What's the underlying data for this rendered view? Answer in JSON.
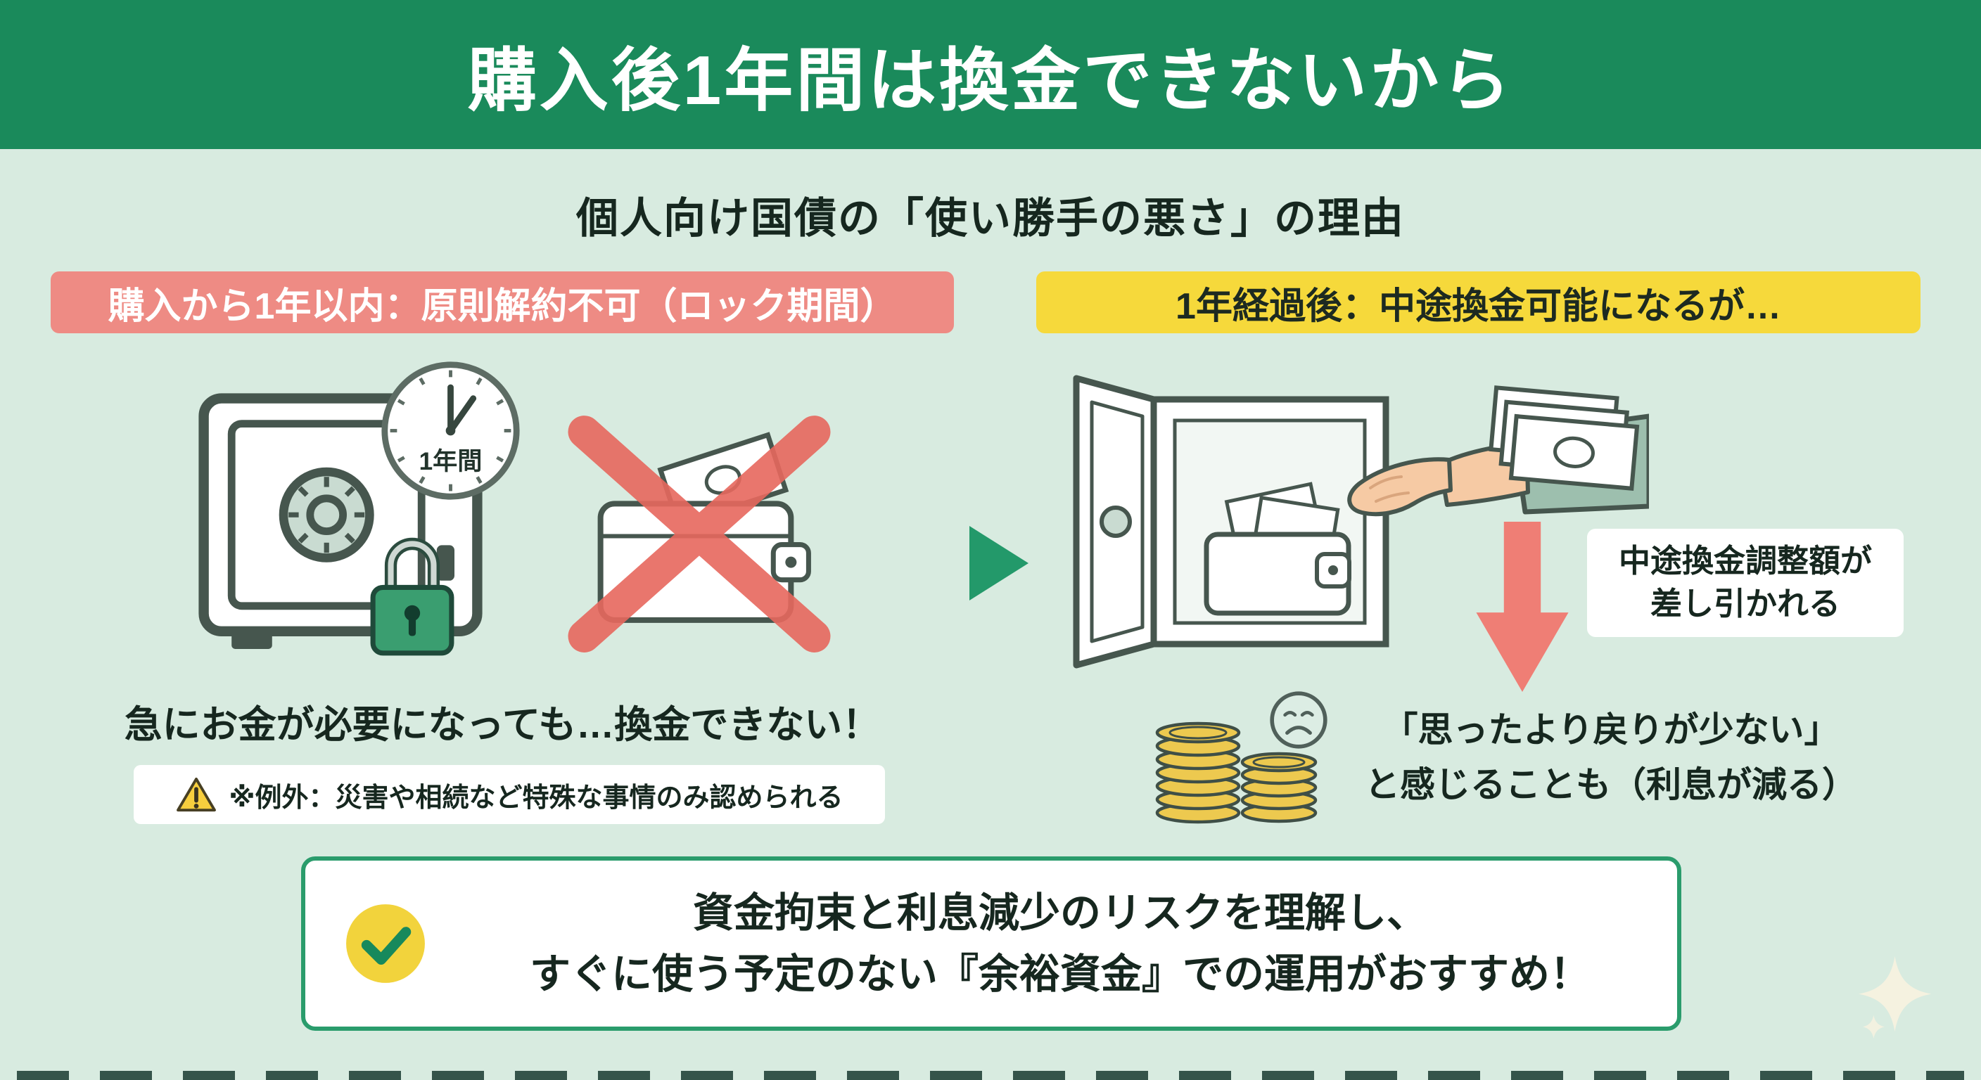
{
  "colors": {
    "header_green": "#1a8a5b",
    "background_mint": "#d8ebe0",
    "lock_badge_pink": "#ee8b84",
    "after_badge_yellow": "#f6d93b",
    "cross_red": "#e7685e",
    "down_arrow_red": "#ef7e75",
    "arrow_green": "#23996a",
    "outline_dark": "#46564e",
    "coin_gold": "#edc94f",
    "check_circle_yellow": "#f2d33c",
    "check_mark_green": "#17895c",
    "summary_border_green": "#2a9c6c",
    "text_dark": "#182a22"
  },
  "header": {
    "title": "購入後1年間は換金できないから"
  },
  "subtitle": "個人向け国債の「使い勝手の悪さ」の理由",
  "left_panel": {
    "badge": "購入から1年以内：原則解約不可（ロック期間）",
    "clock_label": "1年間",
    "caption": "急にお金が必要になっても…換金できない！",
    "exception_note": "※例外：災害や相続など特殊な事情のみ認められる"
  },
  "right_panel": {
    "badge": "1年経過後：中途換金可能になるが…",
    "deduction_line1": "中途換金調整額が",
    "deduction_line2": "差し引かれる",
    "caption_line1": "「思ったより戻りが少ない」",
    "caption_line2": "と感じることも（利息が減る）"
  },
  "summary": {
    "line1": "資金拘束と利息減少のリスクを理解し、",
    "line2": "すぐに使う予定のない『余裕資金』での運用がおすすめ！"
  }
}
